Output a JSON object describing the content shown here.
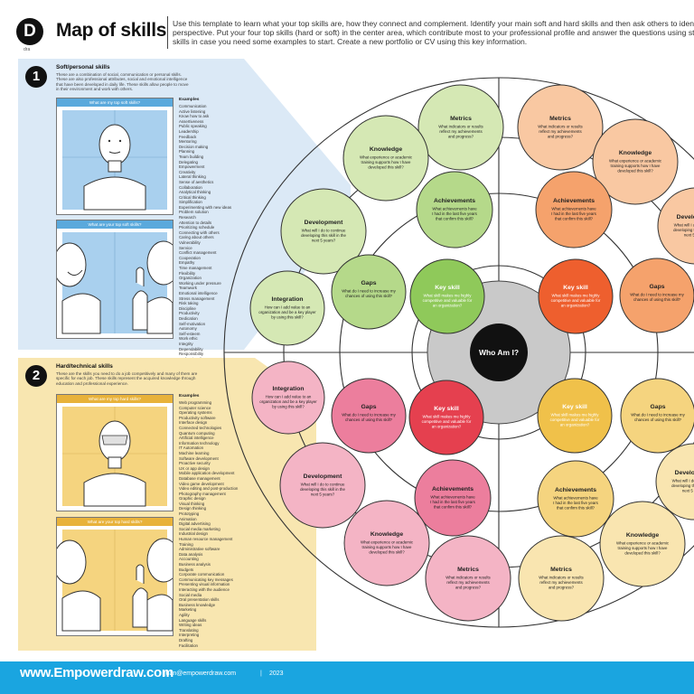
{
  "header": {
    "logo_letter": "D",
    "logo_sub": "dra",
    "title": "Map of skills",
    "description_lines": [
      "Use this template to learn what your top skills are, how they connect and complement. Identify your main soft and hard skills and then ask others to identify yo",
      "perspective. Put your four top skills (hard or soft) in the center area, which contribute most to your professional profile and answer the questions using stick",
      "skills in case you need some examples to start. Create a new portfolio or CV using this key information."
    ]
  },
  "soft": {
    "number": "1",
    "title": "Soft/personal skills",
    "desc_lines": [
      "These are a combination of social, communication or personal skills.",
      "These are also professional attributes, social and emotional intelligence",
      "that have been developed in daily life. These skills allow people to move",
      "in their environment and work with others."
    ],
    "card1_label": "What are my top soft skills?",
    "card2_label": "What are your top soft skills?",
    "examples_title": "Examples",
    "examples": [
      "Communication",
      "Active listening",
      "Know how to ask",
      "Assertiveness",
      "Public speaking",
      "Leadership",
      "Feedback",
      "Mentoring",
      "Decision making",
      "Planning",
      "Team building",
      "Delegating",
      "Empowerment",
      "Creativity",
      "Lateral thinking",
      "Sense of aesthetics",
      "Collaboration",
      "Analytical thinking",
      "Critical thinking",
      "Simplification",
      "Experimenting with new ideas",
      "Problem solution",
      "Research",
      "Attention to details",
      "Prioritizing schedule",
      "Connecting with others",
      "Caring about others",
      "Vulnerability",
      "Service",
      "Conflict management",
      "Cooperation",
      "Empathy",
      "Time management",
      "Flexibility",
      "Organization",
      "Working under pressure",
      "Teamwork",
      "Emotional intelligence",
      "Stress management",
      "Risk taking",
      "Discipline",
      "Productivity",
      "Dedication",
      "Self-motivation",
      "Autonomy",
      "Self-esteem",
      "Work ethic",
      "Integrity",
      "Dependability",
      "Responsibility",
      "Professionalism"
    ]
  },
  "hard": {
    "number": "2",
    "title": "Hard/technical skills",
    "desc_lines": [
      "These are the skills you need to do a job competitively and many of them are",
      "specific for each job. These skills represent the acquired knowledge through",
      "education and professional experience."
    ],
    "card1_label": "What are my top hard skills?",
    "card2_label": "What are your top hard skills?",
    "examples_title": "Examples",
    "examples": [
      "Web programming",
      "Computer science",
      "Operating systems",
      "Productivity software",
      "Interface design",
      "Connected technologies",
      "Quantum computing",
      "Artificial intelligence",
      "Information technology",
      "IT Automation",
      "Machine learning",
      "Software development",
      "Proactive security",
      "UX or app design",
      "Mobile application development",
      "Database management",
      "Video game development",
      "Video editing and post-production",
      "Photography management",
      "Graphic design",
      "Visual thinking",
      "Design thinking",
      "Prototyping",
      "Animation",
      "Digital advertising",
      "Social media marketing",
      "Industrial design",
      "Human resource management",
      "Training",
      "Administrative software",
      "Data analysis",
      "Accounting",
      "Business analysis",
      "Budgets",
      "Corporate communication",
      "Communicating key messages",
      "Presenting visual information",
      "Interacting with the audience",
      "Social media",
      "Oral presentation skills",
      "Business knowledge",
      "Marketing",
      "Agility",
      "Language skills",
      "Writing ideas",
      "Translating",
      "Interpreting",
      "Drafting",
      "Facilitation"
    ]
  },
  "center": {
    "label": "Who Am I?"
  },
  "bubbles": {
    "key_skill": {
      "title": "Key skill",
      "text": [
        "What skill makes me highly",
        "competitive and valuable for",
        "an organization?"
      ]
    },
    "achievements": {
      "title": "Achievements",
      "text": [
        "What achievements have",
        "I had in the last five years",
        "that confirm this skill?"
      ]
    },
    "gaps": {
      "title": "Gaps",
      "text": [
        "What do I need to increase my",
        "chances of using this skill?"
      ]
    },
    "metrics": {
      "title": "Metrics",
      "text": [
        "What indicators or results",
        "reflect my achievements",
        "and progress?"
      ]
    },
    "knowledge": {
      "title": "Knowledge",
      "text": [
        "What experience or academic",
        "training supports how I have",
        "developed this skill?"
      ]
    },
    "development": {
      "title": "Development",
      "text": [
        "What will I do to continue",
        "developing this skill in the",
        "next 5 years?"
      ]
    },
    "integration": {
      "title": "Integration",
      "text": [
        "How can I add value to an",
        "organization and be a key player",
        "by using this skill?"
      ]
    }
  },
  "colors": {
    "green_dark": "#8fc95a",
    "green_mid": "#b5d98a",
    "green_light": "#d5e8b4",
    "orange_dark": "#f07f3c",
    "orange_mid": "#f5a26c",
    "orange_light": "#f9c8a2",
    "red_key": "#e5404f",
    "pink_mid": "#ec7e9d",
    "pink_light": "#f4b4c5",
    "yellow_dark": "#f0c14a",
    "yellow_mid": "#f5d47f",
    "yellow_light": "#f9e5b0",
    "orange_key": "#ee5f2e",
    "soft_panel": "#dbe9f6",
    "hard_panel": "#f8e6b0",
    "soft_accent": "#5aa9dc",
    "hard_accent": "#f0c14a",
    "footer": "#1aa5e0"
  },
  "footer": {
    "brand": "www.Empowerdraw.com",
    "email": "juan@empowerdraw.com",
    "separator": "|",
    "year": "2023"
  }
}
